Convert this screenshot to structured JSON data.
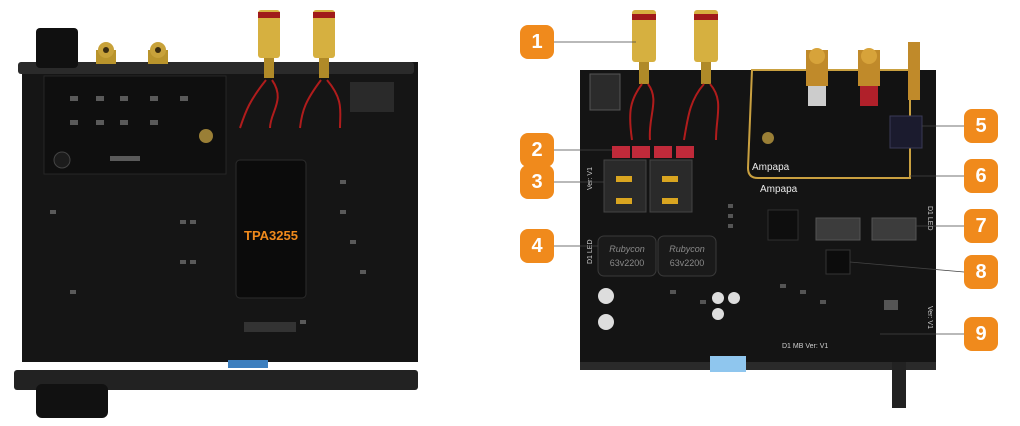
{
  "left_board": {
    "chip_label": "TPA3255"
  },
  "right_board": {
    "brand_top": "Ampapa",
    "brand_bottom": "Ampapa",
    "capacitor_brand": "Rubycon",
    "capacitor_value": "63v2200",
    "silk_ver_left": "Ver: V1",
    "silk_d1_led_left": "D1 LED",
    "silk_d1_led_right": "D1 LED",
    "silk_ver_right": "Ver: V1",
    "silk_board": "D1 MB  Ver: V1"
  },
  "callouts": {
    "color": "#f08a1c",
    "labels": [
      "1",
      "2",
      "3",
      "4",
      "5",
      "6",
      "7",
      "8",
      "9"
    ]
  }
}
